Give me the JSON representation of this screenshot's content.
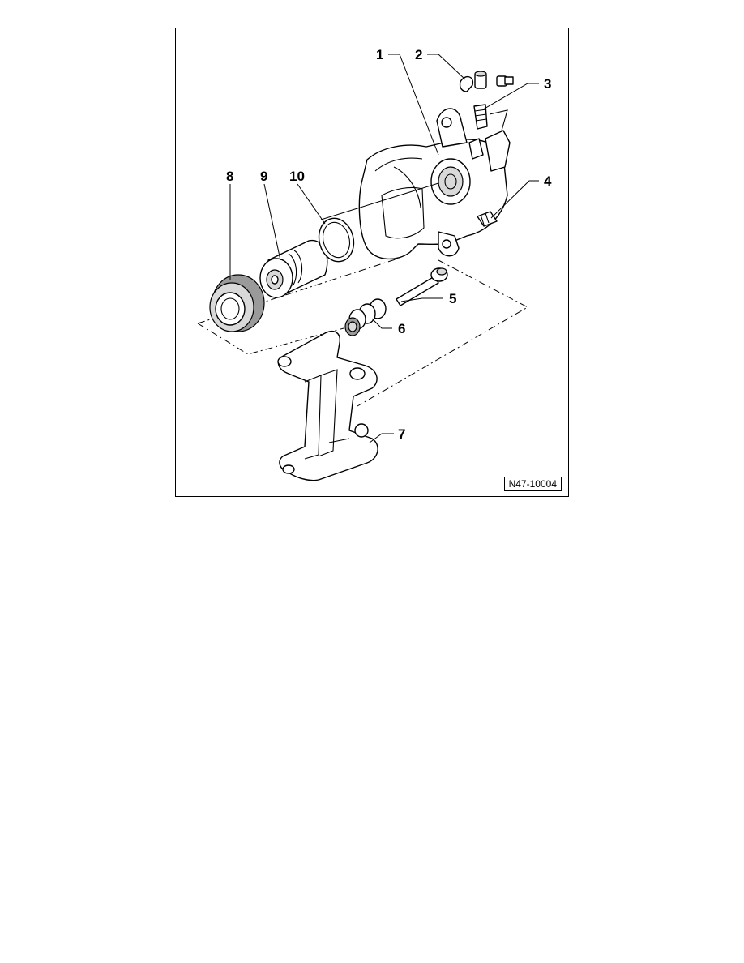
{
  "figure": {
    "id": "N47-10004",
    "callouts": [
      {
        "id": "c1",
        "label": "1"
      },
      {
        "id": "c2",
        "label": "2"
      },
      {
        "id": "c3",
        "label": "3"
      },
      {
        "id": "c4",
        "label": "4"
      },
      {
        "id": "c5",
        "label": "5"
      },
      {
        "id": "c6",
        "label": "6"
      },
      {
        "id": "c7",
        "label": "7"
      },
      {
        "id": "c8",
        "label": "8"
      },
      {
        "id": "c9",
        "label": "9"
      },
      {
        "id": "c10",
        "label": "10"
      }
    ]
  }
}
